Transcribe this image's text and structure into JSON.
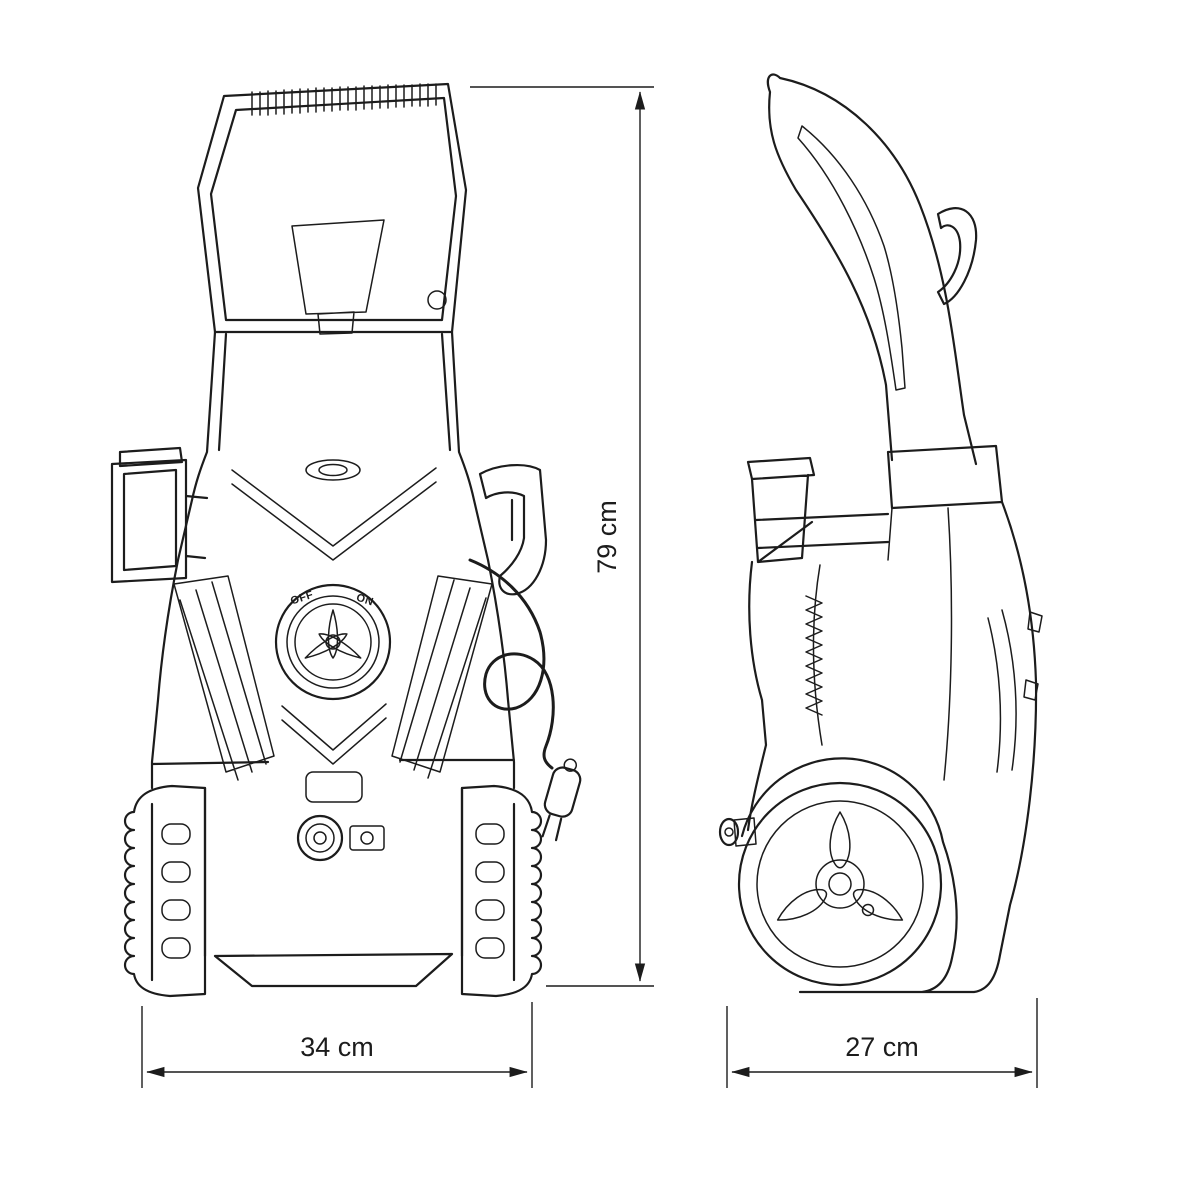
{
  "drawing": {
    "dimension_height": "79 cm",
    "dimension_width": "34 cm",
    "dimension_depth": "27 cm",
    "dial_off": "OFF",
    "dial_on": "ON",
    "colors": {
      "line": "#1c1c1c",
      "background": "#ffffff"
    }
  }
}
